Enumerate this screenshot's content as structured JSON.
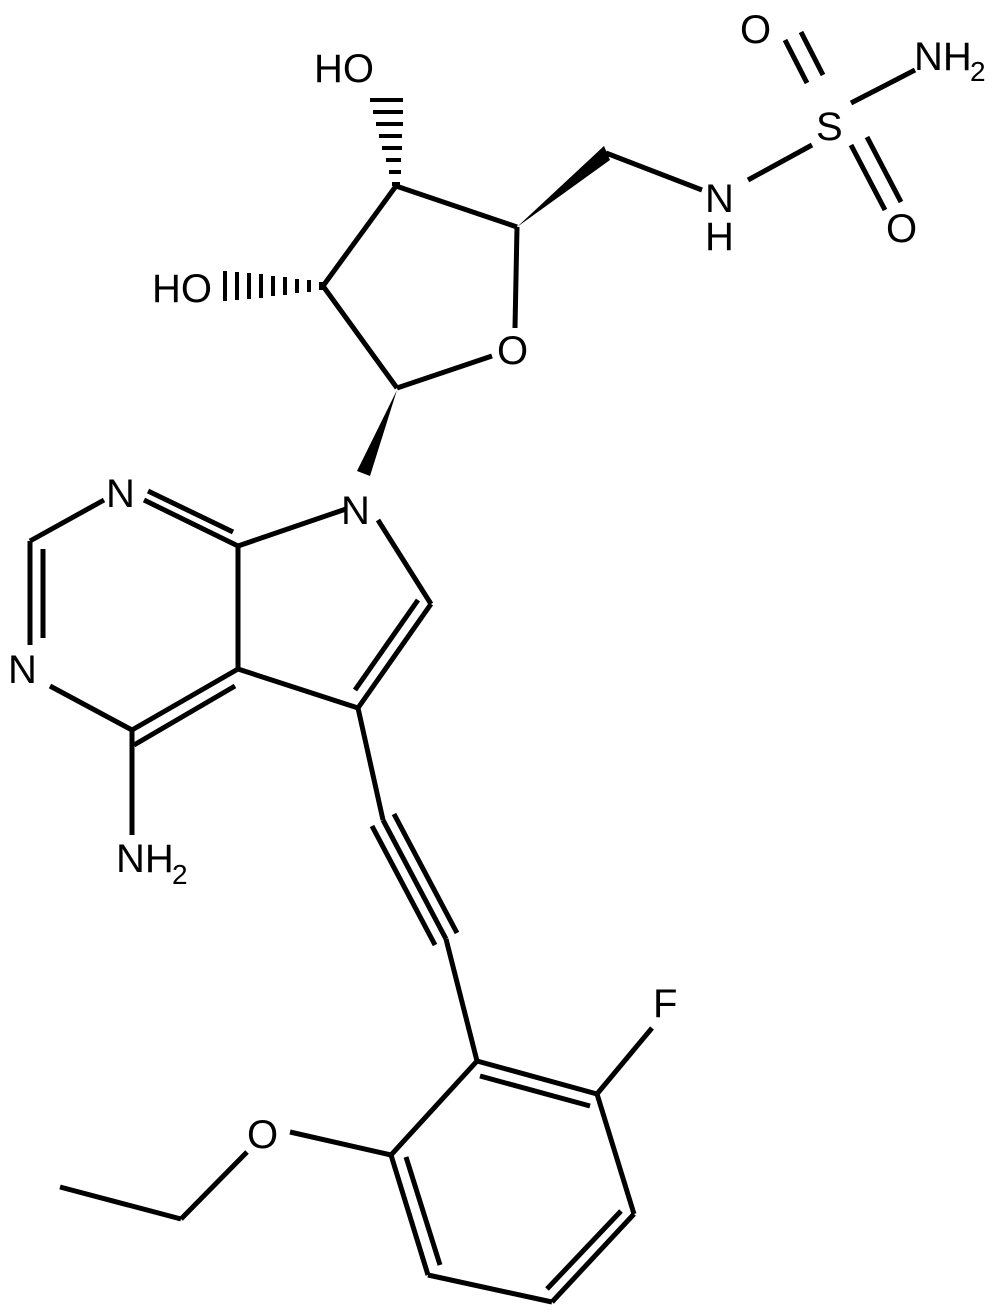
{
  "diagram": {
    "type": "chemical-structure",
    "atom_labels": {
      "ho_top": "HO",
      "ho_left": "HO",
      "o_ring": "O",
      "nh": "N",
      "nh_h": "H",
      "s": "S",
      "o_s_top": "O",
      "o_s_bottom": "O",
      "nh2_s": "NH",
      "nh2_s_sub": "2",
      "n_pyrrole": "N",
      "n_pyr_top": "N",
      "n_pyr_left": "N",
      "nh2_amine": "NH",
      "nh2_amine_sub": "2",
      "f": "F",
      "o_ether": "O"
    }
  }
}
